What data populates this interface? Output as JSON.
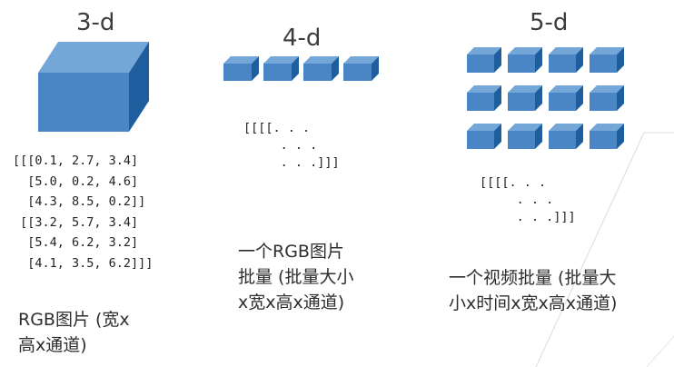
{
  "panels": {
    "three_d": {
      "title": "3-d",
      "array_text": "[[[0.1, 2.7, 3.4]\n  [5.0, 0.2, 4.6]\n  [4.3, 8.5, 0.2]]\n [[3.2, 5.7, 3.4]\n  [5.4, 6.2, 3.2]\n  [4.1, 3.5, 6.2]]]",
      "caption_line1": "RGB图片 (宽x",
      "caption_line2": "高x通道)"
    },
    "four_d": {
      "title": "4-d",
      "array_text": "[[[[. . .\n     . . .\n     . . .]]]",
      "caption_line1": "一个RGB图片",
      "caption_line2": "批量 (批量大小",
      "caption_line3": "x宽x高x通道)"
    },
    "five_d": {
      "title": "5-d",
      "array_text": "[[[[. . .\n     . . .\n     . . .]]]",
      "caption_line1": "一个视频批量 (批量大",
      "caption_line2": "小x时间x宽x高x通道)"
    }
  },
  "colors": {
    "cube_front": "#4a86c5",
    "cube_top": "#74a6d8",
    "cube_side": "#1f5e9e",
    "guide_line": "#dcdcdc"
  }
}
